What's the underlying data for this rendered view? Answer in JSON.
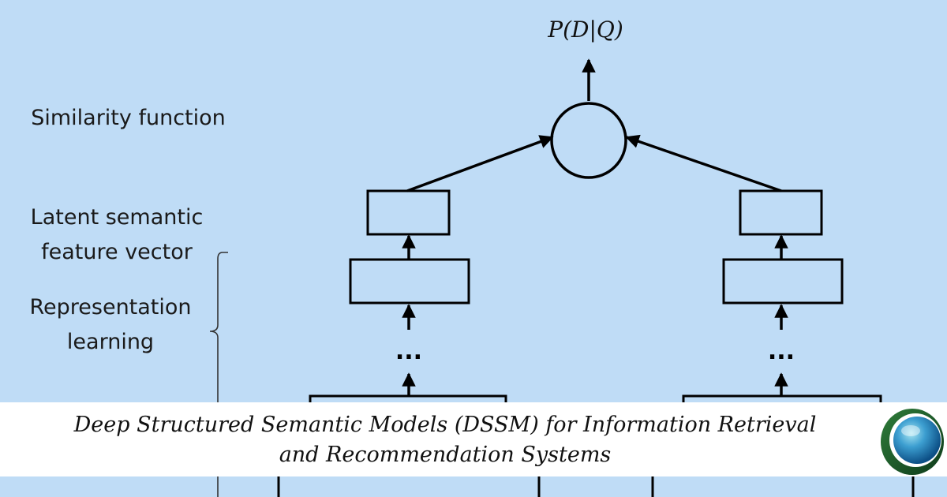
{
  "diagram": {
    "output_label": "P(D|Q)",
    "labels": {
      "similarity": "Similarity function",
      "latent_line1": "Latent semantic",
      "latent_line2": "feature vector",
      "repr_line1": "Representation",
      "repr_line2": "learning"
    },
    "ellipsis_left": "...",
    "ellipsis_right": "..."
  },
  "banner": {
    "title_line1": "Deep Structured Semantic Models (DSSM) for Information Retrieval",
    "title_line2": "and Recommendation Systems"
  },
  "logo": {
    "icon": "globe-logo-icon"
  },
  "colors": {
    "background": "#bfdcf6",
    "stroke": "#000000",
    "banner": "#ffffff"
  }
}
